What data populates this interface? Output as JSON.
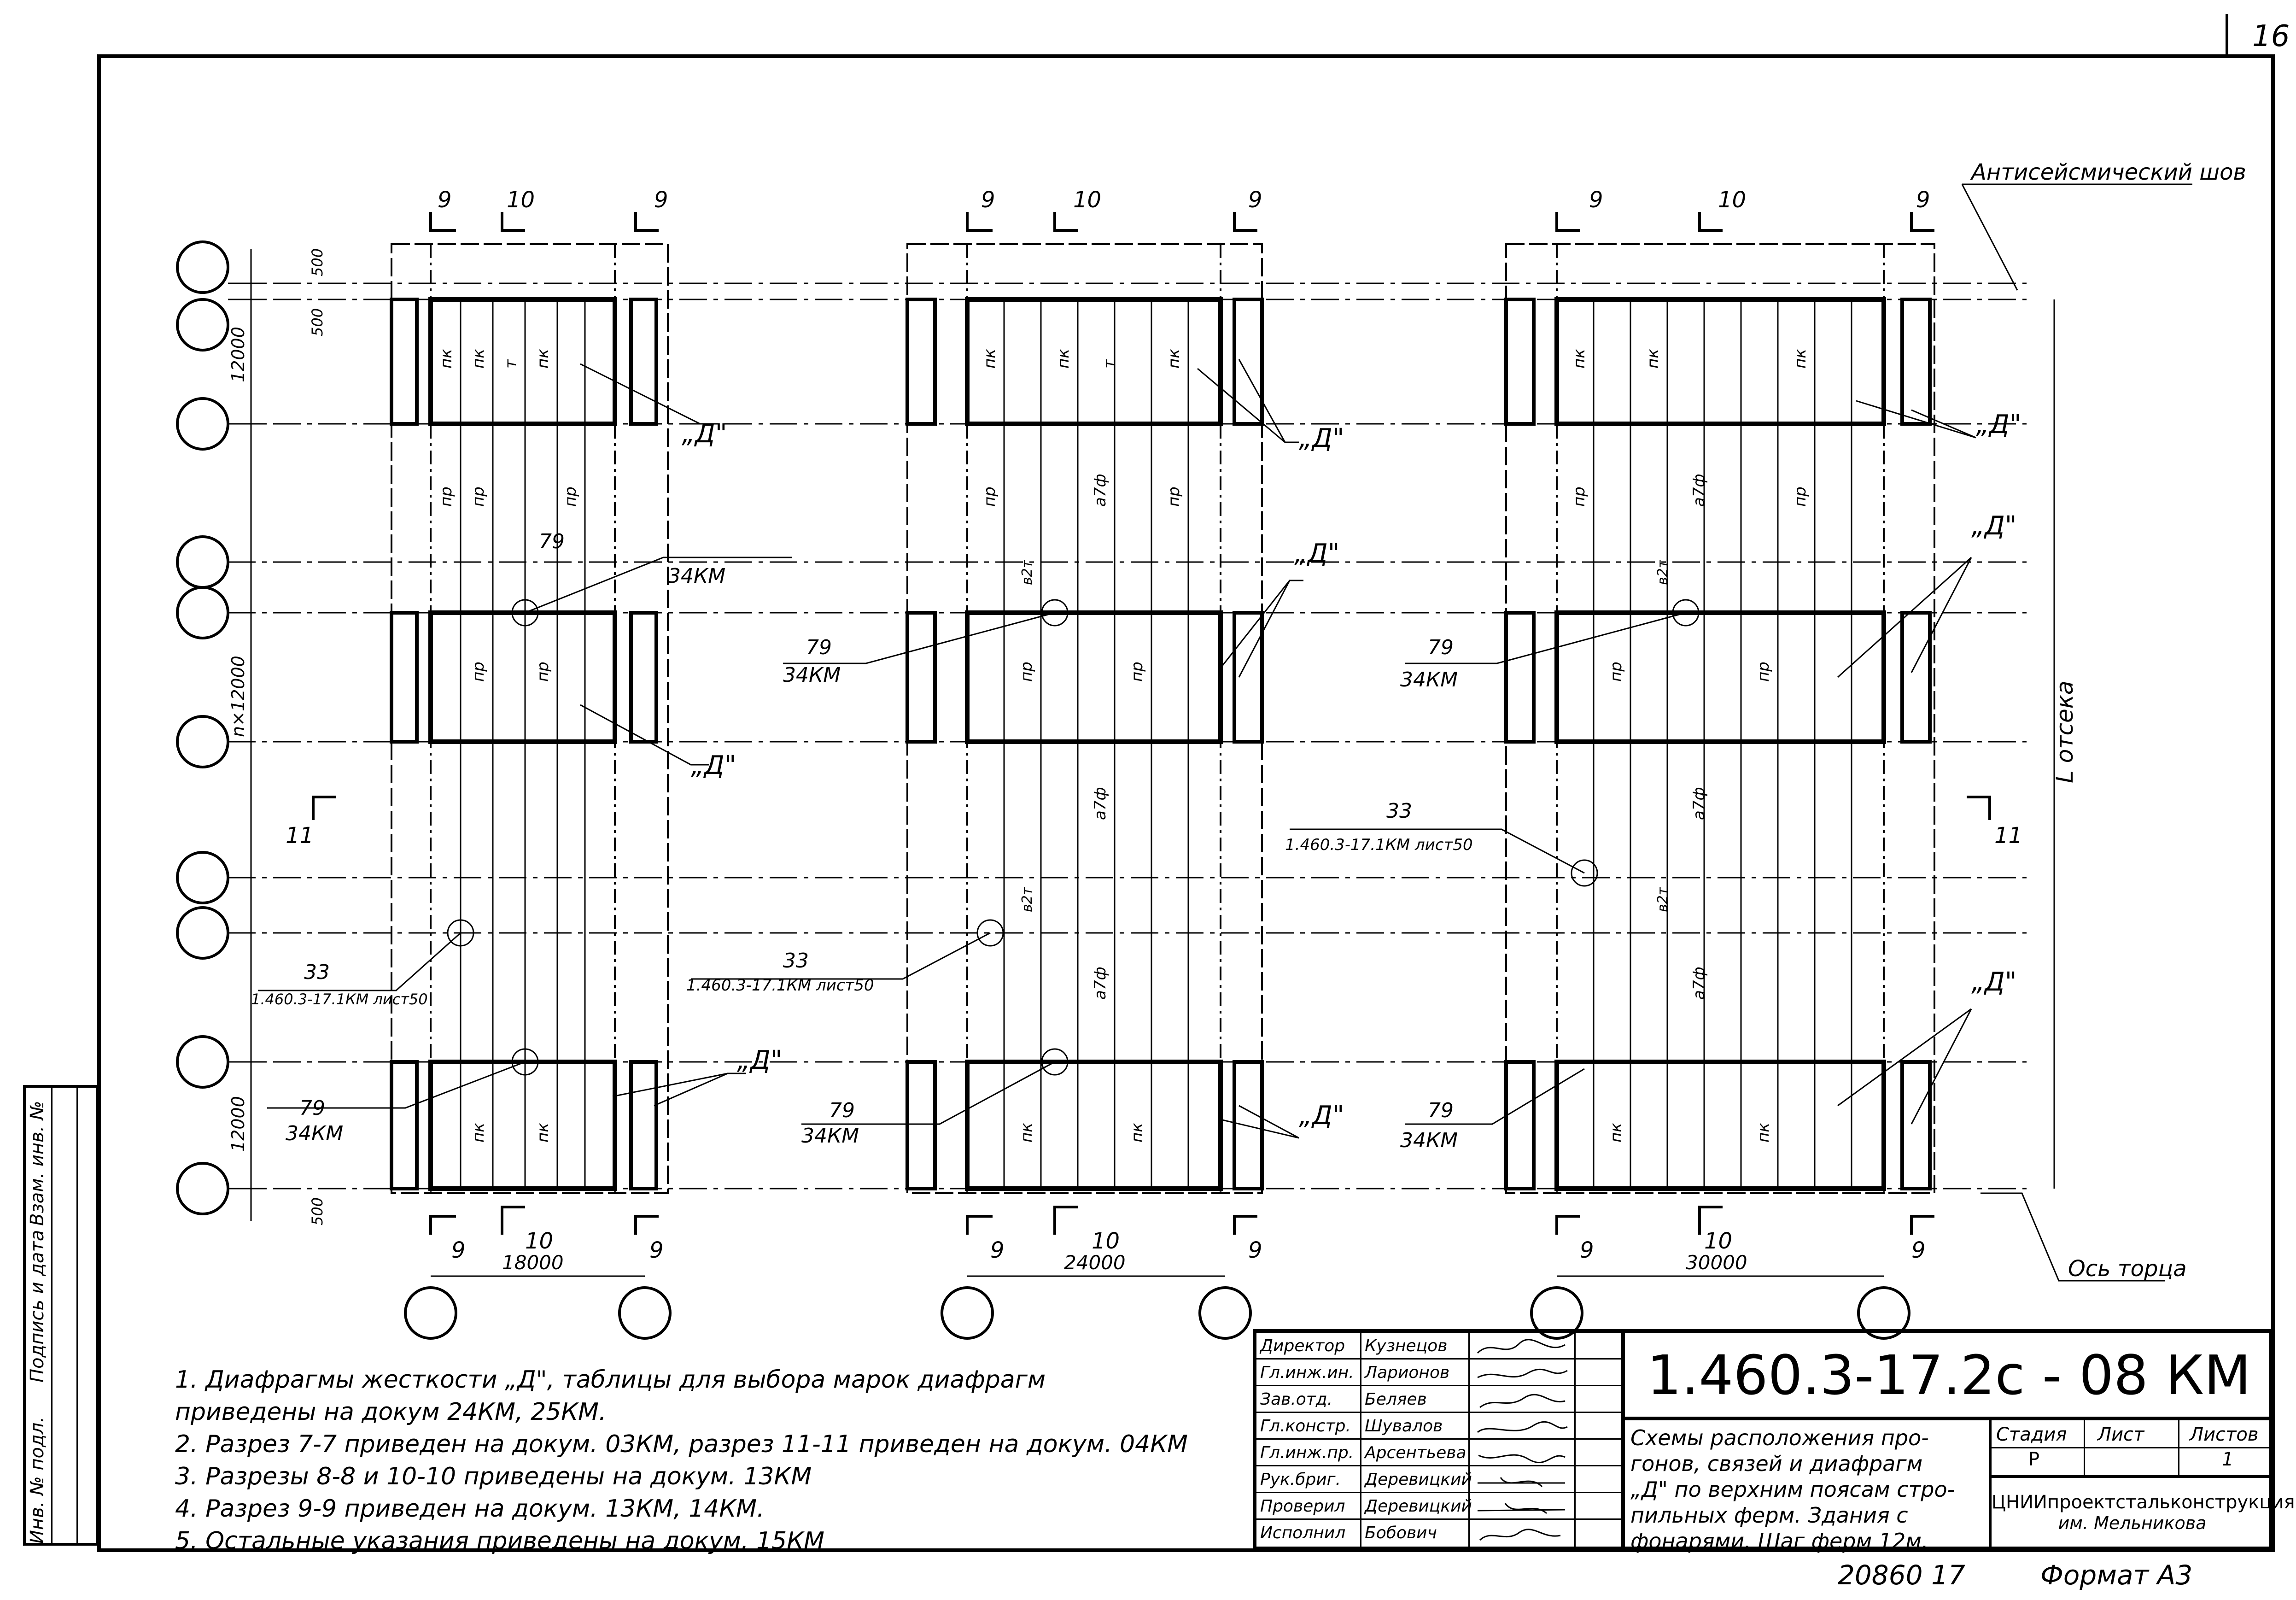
{
  "sheet": {
    "number": "16",
    "footer_code": "20860 17",
    "format": "Формат А3"
  },
  "labels": {
    "section_9": "9",
    "section_10": "10",
    "section_11": "11",
    "anti_seismic_joint": "Антисейсмический шов",
    "end_axis": "Ось торца",
    "compartment_length": "L отсека",
    "span_18000": "18000",
    "span_24000": "24000",
    "span_30000": "30000",
    "dim_500": "500",
    "dim_12000": "12000",
    "dim_n12000": "n×12000",
    "purlin_pk": "пк",
    "purlin_pr": "пр",
    "tie_t": "т",
    "brace_a7f": "а7ф",
    "brace_v2t": "в2т",
    "diaphragm_d": "„Д\"",
    "node_79": "79",
    "doc_34km": "34КМ",
    "node_33": "33",
    "ref_33": "1.460.3-17.1КМ лист50"
  },
  "notes": [
    "1. Диафрагмы жесткости „Д\", таблицы для выбора марок диафрагм",
    "приведены на докум 24КМ, 25КМ.",
    "2. Разрез 7-7 приведен на докум. 03КМ, разрез 11-11 приведен на докум. 04КМ",
    "3. Разрезы 8-8 и 10-10 приведены на докум. 13КМ",
    "4. Разрез 9-9 приведен на докум. 13КМ, 14КМ.",
    "5. Остальные указания приведены на докум. 15КМ"
  ],
  "title_block": {
    "code": "1.460.3-17.2с - 08 КМ",
    "title_lines": [
      "Схемы расположения про-",
      "гонов, связей и диафрагм",
      "„Д\" по верхним поясам стро-",
      "пильных ферм. Здания с",
      "фонарями. Шаг ферм 12м."
    ],
    "stage_label": "Стадия",
    "sheet_label": "Лист",
    "sheets_label": "Листов",
    "stage_value": "Р",
    "sheets_value": "1",
    "org_line1": "ЦНИИпроектстальконструкция",
    "org_line2": "им. Мельникова",
    "signatures": [
      {
        "role": "Директор",
        "name": "Кузнецов"
      },
      {
        "role": "Гл.инж.ин.",
        "name": "Ларионов"
      },
      {
        "role": "Зав.отд.",
        "name": "Беляев"
      },
      {
        "role": "Гл.констр.",
        "name": "Шувалов"
      },
      {
        "role": "Гл.инж.пр.",
        "name": "Арсентьева"
      },
      {
        "role": "Рук.бриг.",
        "name": "Деревицкий"
      },
      {
        "role": "Проверил",
        "name": "Деревицкий"
      },
      {
        "role": "Исполнил",
        "name": "Бобович"
      }
    ]
  },
  "sidebar": {
    "inv_podl": "Инв. № подл.",
    "podpis": "Подпись и дата",
    "vzam": "Взам. инв. №"
  }
}
